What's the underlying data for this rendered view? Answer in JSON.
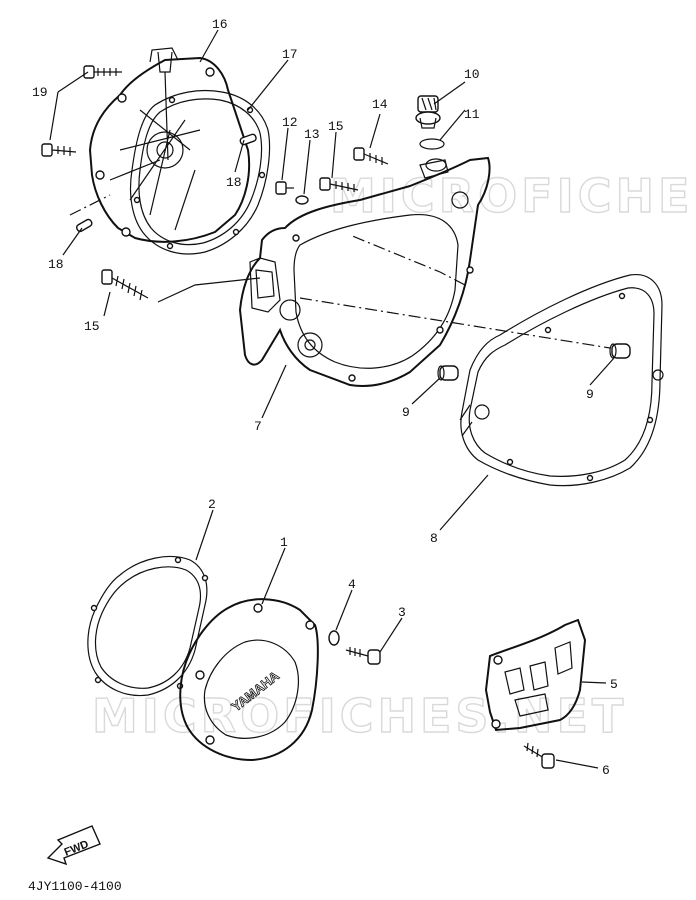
{
  "diagram": {
    "labels": {
      "p1": "1",
      "p2": "2",
      "p3": "3",
      "p4": "4",
      "p5": "5",
      "p6": "6",
      "p7": "7",
      "p8": "8",
      "p9a": "9",
      "p9b": "9",
      "p10": "10",
      "p11": "11",
      "p12": "12",
      "p13": "13",
      "p14": "14",
      "p15a": "15",
      "p15b": "15",
      "p16": "16",
      "p17": "17",
      "p18a": "18",
      "p18b": "18",
      "p19": "19"
    },
    "watermark": "MICROFICHES.NET",
    "brand_mark": "YAMAHA",
    "fwd_label": "FWD",
    "diagram_code": "4JY1100-4100"
  }
}
